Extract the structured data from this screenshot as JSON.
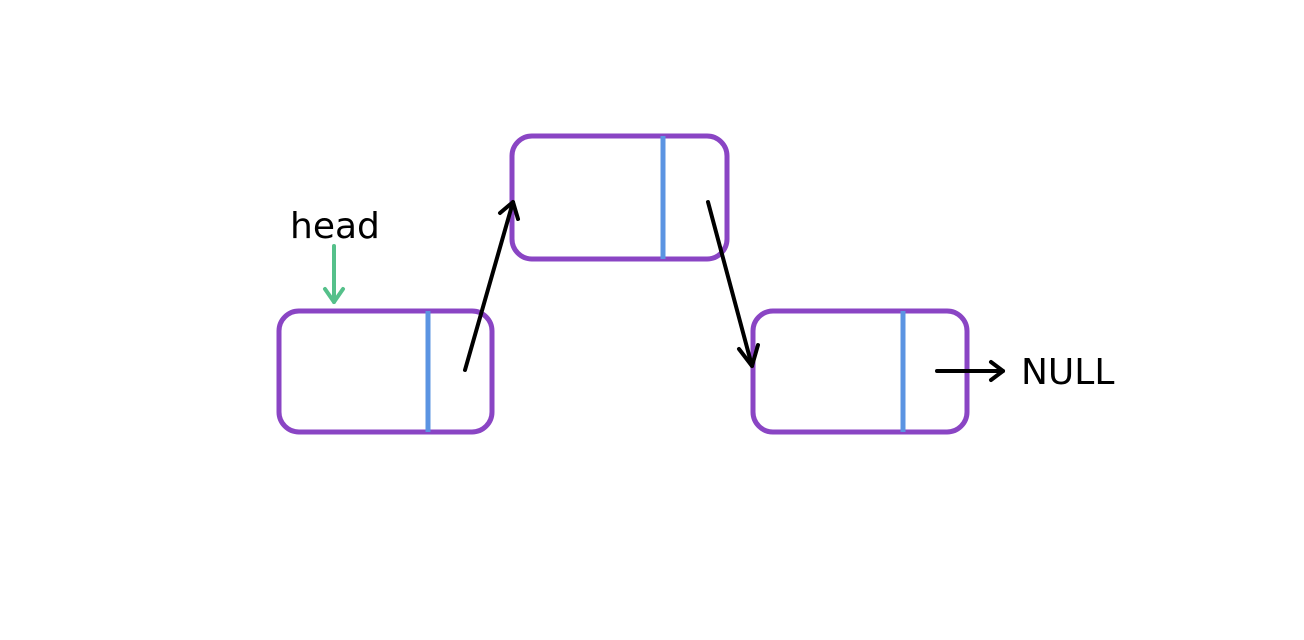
{
  "labels": {
    "head": "head",
    "null": "NULL"
  },
  "nodes": [
    {
      "id": "node-1"
    },
    {
      "id": "node-2"
    },
    {
      "id": "node-3"
    }
  ],
  "colors": {
    "background": "#ffffff",
    "node_border": "#8a45c4",
    "node_divider": "#5b94e2",
    "head_arrow": "#55c08a",
    "link_arrow": "#000000",
    "text": "#000000"
  }
}
